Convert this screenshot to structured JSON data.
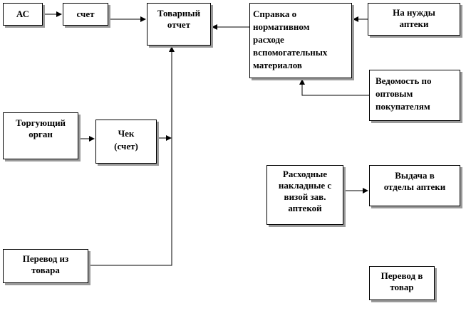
{
  "nodes": {
    "as": "АС",
    "schet": "счет",
    "tovarny_otchet": "Товарный\nотчет",
    "spravka": "Справка о\nнормативном\nрасходе\nвспомогательных\nматериалов",
    "na_nuzhdy": "На нужды\nаптеки",
    "vedomost": "Ведомость по\nоптовым\nпокупателям",
    "torguyushchy": "Торгующий\nорган",
    "chek": "Чек\n(счет)",
    "raskhodnye": "Расходные\nнакладные с\nвизой зав.\nаптекой",
    "vydacha": "Выдача в\nотделы аптеки",
    "perevod_iz": "Перевод из\nтовара",
    "perevod_v": "Перевод в\nтовар"
  },
  "connections": [
    {
      "from": "as",
      "to": "schet"
    },
    {
      "from": "schet",
      "to": "tovarny_otchet"
    },
    {
      "from": "spravka",
      "to": "tovarny_otchet"
    },
    {
      "from": "na_nuzhdy",
      "to": "spravka"
    },
    {
      "from": "vedomost",
      "to": "spravka"
    },
    {
      "from": "torguyushchy",
      "to": "chek"
    },
    {
      "from": "chek",
      "to": "tovarny_otchet"
    },
    {
      "from": "perevod_iz",
      "to": "tovarny_otchet"
    },
    {
      "from": "raskhodnye",
      "to": "vydacha"
    }
  ],
  "colors": {
    "box_border": "#000000",
    "box_shadow": "#9a9a9a",
    "line": "#000000",
    "text": "#000000",
    "background": "#ffffff"
  }
}
